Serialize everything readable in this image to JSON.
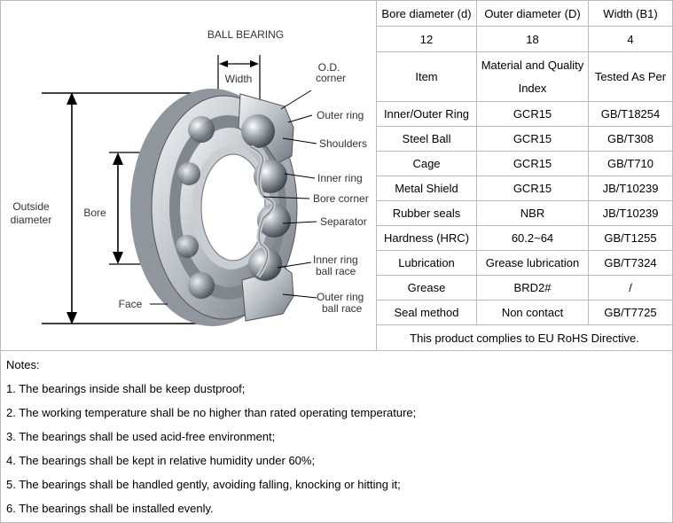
{
  "diagram": {
    "title": "BALL BEARING",
    "labels": {
      "width": "Width",
      "od_corner_line1": "O.D.",
      "od_corner_line2": "corner",
      "outer_ring": "Outer ring",
      "shoulders": "Shoulders",
      "inner_ring": "Inner ring",
      "bore_corner": "Bore corner",
      "separator": "Separator",
      "inner_race_line1": "Inner ring",
      "inner_race_line2": "ball race",
      "outer_race_line1": "Outer ring",
      "outer_race_line2": "ball race",
      "outside_line1": "Outside",
      "outside_line2": "diameter",
      "bore": "Bore",
      "face": "Face"
    }
  },
  "dims": {
    "headers": [
      "Bore diameter (d)",
      "Outer diameter (D)",
      "Width (B1)"
    ],
    "values": [
      "12",
      "18",
      "4"
    ]
  },
  "spec": {
    "headers": {
      "item": "Item",
      "material_line1": "Material and Quality",
      "material_line2": "Index",
      "tested": "Tested As Per"
    },
    "rows": [
      [
        "Inner/Outer Ring",
        "GCR15",
        "GB/T18254"
      ],
      [
        "Steel Ball",
        "GCR15",
        "GB/T308"
      ],
      [
        "Cage",
        "GCR15",
        "GB/T710"
      ],
      [
        "Metal Shield",
        "GCR15",
        "JB/T10239"
      ],
      [
        "Rubber seals",
        "NBR",
        "JB/T10239"
      ],
      [
        "Hardness (HRC)",
        "60.2~64",
        "GB/T1255"
      ],
      [
        "Lubrication",
        "Grease lubrication",
        "GB/T7324"
      ],
      [
        "Grease",
        "BRD2#",
        "/"
      ],
      [
        "Seal method",
        "Non contact",
        "GB/T7725"
      ]
    ]
  },
  "compliance": "This product complies to EU RoHS Directive.",
  "notes": {
    "title": "Notes:",
    "items": [
      "1. The bearings inside shall be keep dustproof;",
      "2. The working temperature shall be no higher than rated operating temperature;",
      "3. The bearings shall be used acid-free environment;",
      "4. The bearings shall be kept in relative humidity under 60%;",
      "5. The bearings shall be handled gently, avoiding falling, knocking or hitting it;",
      "6. The bearings shall be installed evenly."
    ]
  }
}
